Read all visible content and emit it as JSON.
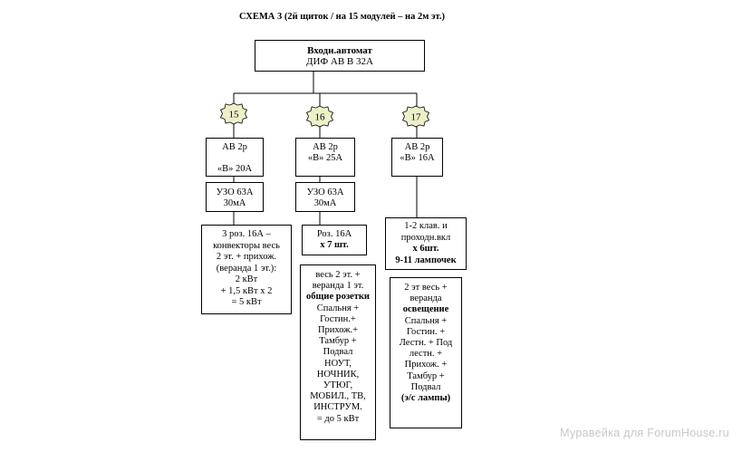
{
  "title": "СХЕМА 3 (2й щиток / на 15 модулей – на 2м эт.)",
  "main": {
    "line1": "Входн.автомат",
    "line2": "ДИФ АВ В 32А"
  },
  "badges": [
    "15",
    "16",
    "17"
  ],
  "col1": {
    "breaker": {
      "l1": "АВ 2р",
      "l2": "«В»  20А"
    },
    "rcd": {
      "l1": "УЗО 63А",
      "l2": "30мА"
    },
    "load": [
      "3 роз. 16А –",
      "конвекторы весь",
      "2 эт. + прихож.",
      "(веранда 1 эт.):",
      "2 кВт",
      "+ 1,5 кВт х 2",
      "= 5 кВт"
    ]
  },
  "col2": {
    "breaker": {
      "l1": "АВ 2р",
      "l2": "«В» 25А"
    },
    "rcd": {
      "l1": "УЗО 63А",
      "l2": "30мА"
    },
    "load": {
      "l1": "Роз. 16А",
      "l2": "х 7 шт."
    },
    "desc": {
      "pre": [
        "весь 2 эт. +",
        "веранда 1 эт."
      ],
      "bold": "общие розетки",
      "post": [
        "Спальня +",
        "Гостин.+",
        "Прихож.+",
        "Тамбур +",
        "Подвал",
        "НОУТ,",
        "НОЧНИК,",
        "УТЮГ,",
        "МОБИЛ., ТВ,",
        "ИНСТРУМ.",
        "= до 5 кВт"
      ]
    }
  },
  "col3": {
    "breaker": {
      "l1": "АВ 2р",
      "l2": "«В» 16А"
    },
    "load": {
      "l1": "1-2 клав. и",
      "l2": "проходн.вкл",
      "l3": "х 6шт.",
      "l4": "9-11 лампочек"
    },
    "desc": {
      "pre": [
        "2 эт весь +",
        "веранда"
      ],
      "bold": "освещение",
      "post": [
        "Спальня +",
        "Гостин. +",
        "Лестн. + Под",
        "лестн. +",
        "Прихож. +",
        "Тамбур +",
        "Подвал"
      ],
      "tail": "(э/с лампы)"
    }
  },
  "watermark": "Муравейка для ForumHouse.ru",
  "colors": {
    "line": "#000000",
    "badge_fill": "#eef0c8",
    "watermark": "#c8c8c8"
  }
}
